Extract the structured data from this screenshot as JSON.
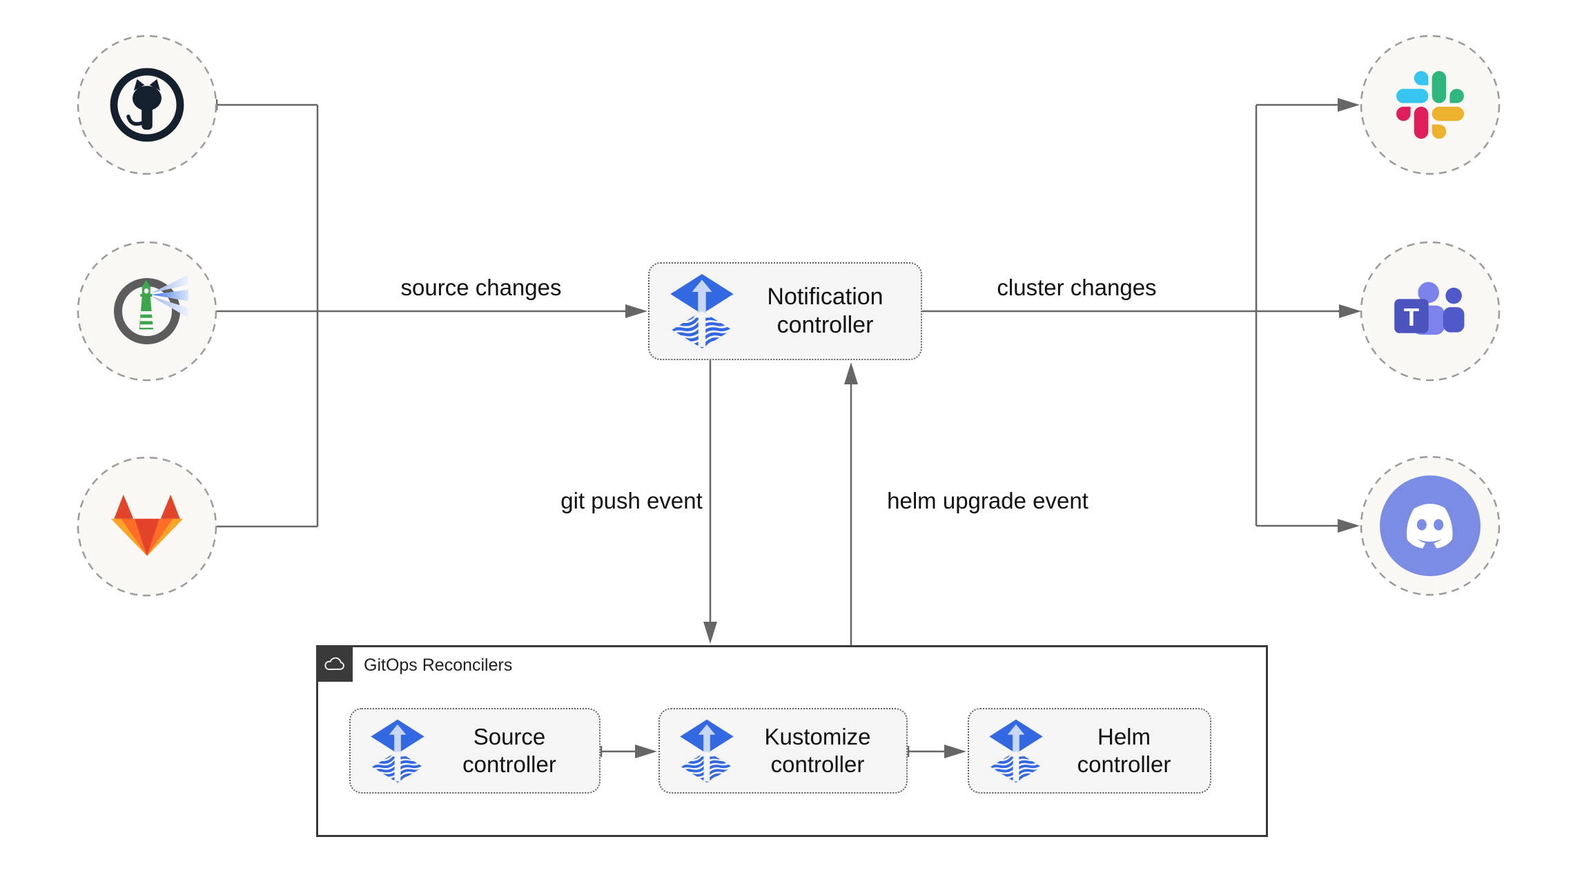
{
  "edge_labels": {
    "source_changes": "source changes",
    "cluster_changes": "cluster changes",
    "git_push_event": "git push event",
    "helm_upgrade_event": "helm upgrade event"
  },
  "notification_controller": {
    "line1": "Notification",
    "line2": "controller"
  },
  "gitops": {
    "title": "GitOps Reconcilers",
    "controllers": [
      {
        "line1": "Source",
        "line2": "controller"
      },
      {
        "line1": "Kustomize",
        "line2": "controller"
      },
      {
        "line1": "Helm",
        "line2": "controller"
      }
    ]
  },
  "icons": {
    "teams_letter": "T",
    "left_nodes": [
      "github-icon",
      "harbor-icon",
      "gitlab-icon"
    ],
    "right_nodes": [
      "slack-icon",
      "microsoft-teams-icon",
      "discord-icon"
    ],
    "controller_icon": "flux-icon",
    "container_icon": "cloud-icon"
  },
  "colors": {
    "line": "#666666",
    "ink": "#111111",
    "circle_fill": "#f9f8f5",
    "circle_border": "#9b9b9b",
    "box_fill": "#f5f5f5",
    "box_border": "#5f5f5f",
    "container_border": "#383838",
    "dark_badge": "#3a3a3a",
    "flux_blue": "#3268e1",
    "flux_arrow": "#c7d6f4",
    "github_dark": "#15202e",
    "harbor_green": "#3da54b",
    "harbor_ring": "#5c5c5c",
    "gitlab_red": "#e24329",
    "gitlab_orange": "#fc6d26",
    "gitlab_amber": "#fca326",
    "slack_blue": "#36c5f0",
    "slack_green": "#2eb67d",
    "slack_yellow": "#ecb22e",
    "slack_red": "#e01e5a",
    "teams_dark": "#4b53bc",
    "teams_mid": "#5059c9",
    "teams_light": "#7b83eb",
    "discord_purple": "#7b8ce4"
  }
}
